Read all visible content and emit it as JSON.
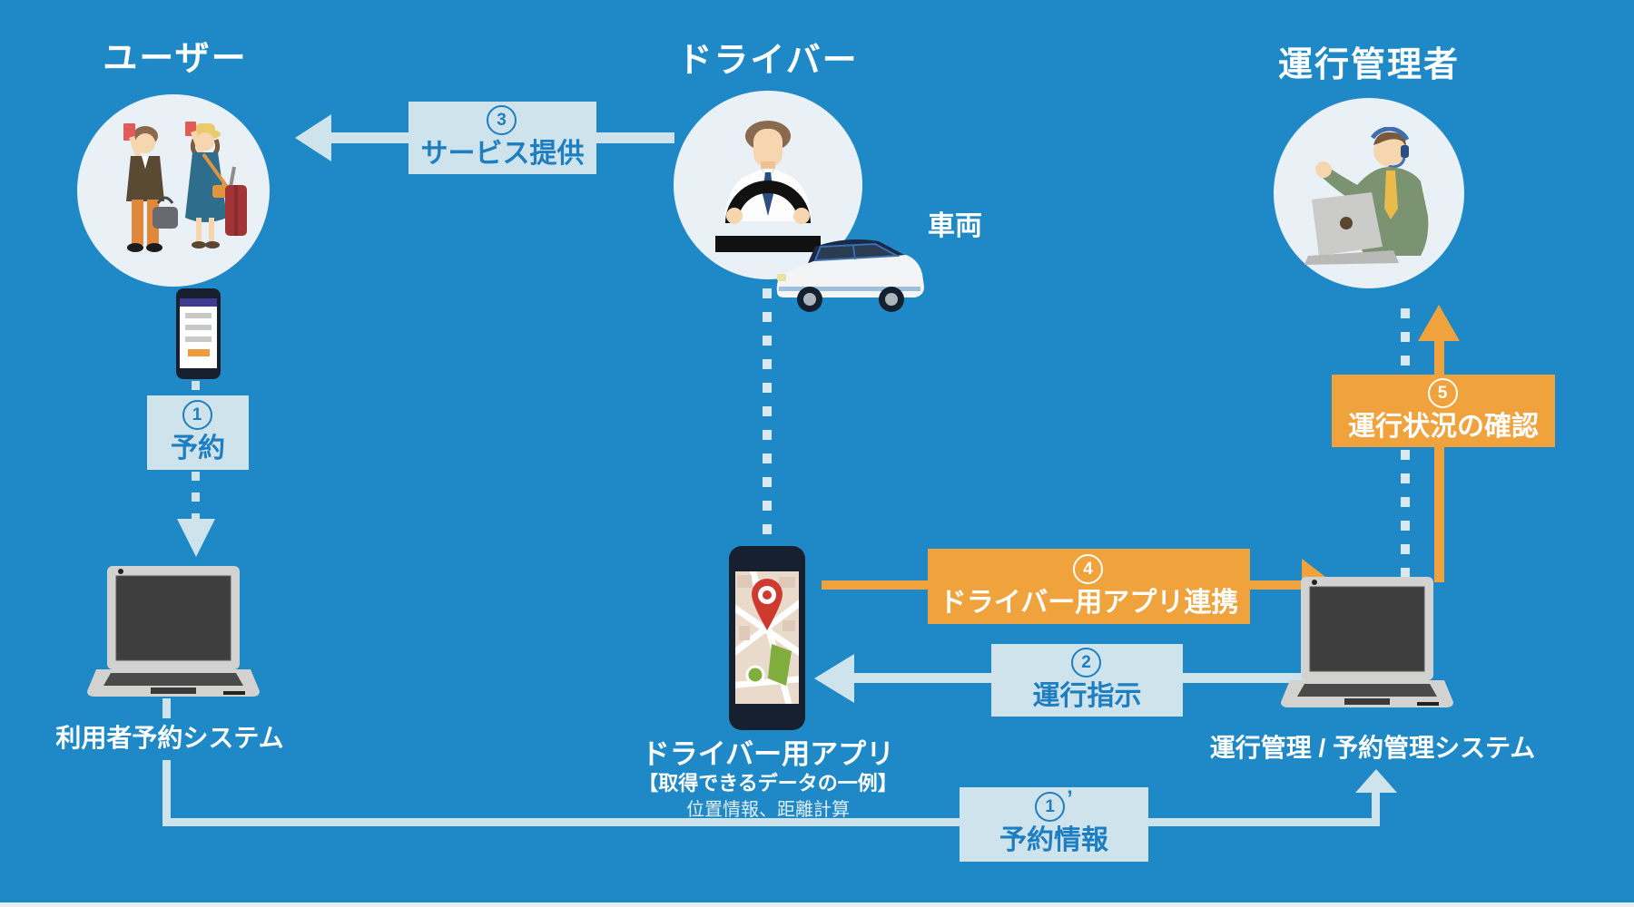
{
  "colors": {
    "bg": "#1f88c6",
    "panel": "#cfe3ed",
    "panel-text": "#1d7fc1",
    "orange": "#f0a23c",
    "dash": "#d9e8f1",
    "circle-fill": "#e9f1f6",
    "white": "#ffffff"
  },
  "actors": {
    "user": {
      "title": "ユーザー"
    },
    "driver": {
      "title": "ドライバー"
    },
    "manager": {
      "title": "運行管理者"
    }
  },
  "vehicle": {
    "label": "車両"
  },
  "systems": {
    "user_reservation": {
      "label": "利用者予約システム"
    },
    "driver_app": {
      "label": "ドライバー用アプリ",
      "note_title": "【取得できるデータの一例】",
      "note_body": "位置情報、距離計算"
    },
    "management": {
      "label": "運行管理 / 予約管理システム"
    }
  },
  "flows": {
    "f1": {
      "num": "1",
      "suffix": "",
      "label": "予約"
    },
    "f1p": {
      "num": "1",
      "suffix": "’",
      "label": "予約情報"
    },
    "f2": {
      "num": "2",
      "suffix": "",
      "label": "運行指示"
    },
    "f3": {
      "num": "3",
      "suffix": "",
      "label": "サービス提供"
    },
    "f4": {
      "num": "4",
      "suffix": "",
      "label": "ドライバー用アプリ連携"
    },
    "f5": {
      "num": "5",
      "suffix": "",
      "label": "運行状況の確認"
    }
  }
}
